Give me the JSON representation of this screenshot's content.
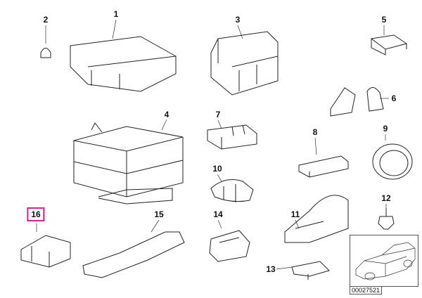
{
  "diagram": {
    "callouts": [
      "1",
      "2",
      "3",
      "4",
      "5",
      "6",
      "7",
      "8",
      "9",
      "10",
      "11",
      "12",
      "13",
      "14",
      "15",
      "16"
    ],
    "highlighted_callout": "16",
    "highlight_color": "#e0218a",
    "thumbnail_code": "00027521"
  }
}
